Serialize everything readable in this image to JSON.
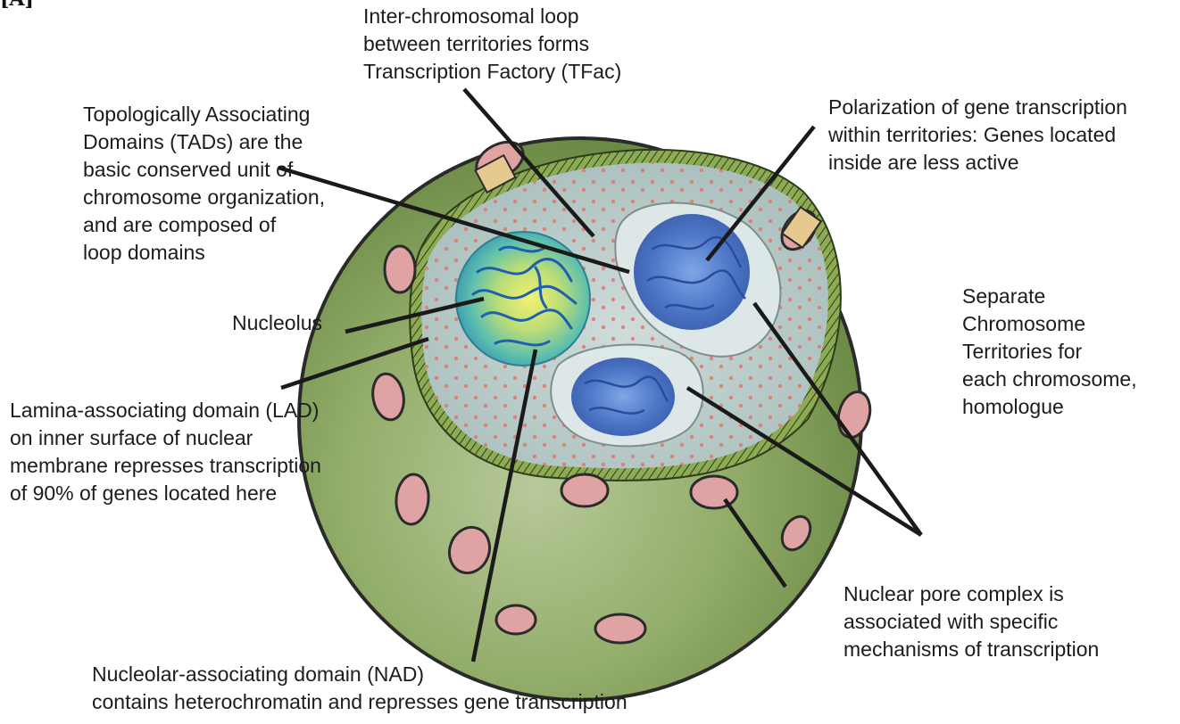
{
  "panel_label": "[A]",
  "labels": {
    "tfac": [
      "Inter-chromosomal loop",
      "between territories forms",
      "Transcription Factory (TFac)"
    ],
    "polarization": [
      "Polarization of gene transcription",
      "within territories: Genes located",
      "inside are less active"
    ],
    "tads": [
      "Topologically Associating",
      "Domains (TADs) are the",
      "basic conserved unit of",
      "chromosome organization,",
      "and are composed of",
      "loop domains"
    ],
    "nucleolus": [
      "Nucleolus"
    ],
    "territories": [
      "Separate",
      "Chromosome",
      "Territories for",
      "each chromosome,",
      "homologue"
    ],
    "lad": [
      "Lamina-associating domain (LAD)",
      "on inner surface of nuclear",
      "membrane represses transcription",
      "of 90% of genes located here"
    ],
    "npc": [
      "Nuclear pore complex is",
      "associated with specific",
      "mechanisms of transcription"
    ],
    "nad": [
      "Nucleolar-associating domain (NAD)",
      "contains heterochromatin and represses gene transcription"
    ]
  },
  "colors": {
    "nucleus_shell": "#8aa55f",
    "nucleus_shell_dark": "#5f7d3c",
    "nucleoplasm": "#b9cccb",
    "lamina": "#8ca855",
    "pore": "#e0a3a3",
    "pore_rim": "#2b2b2b",
    "nucleolus_center": "#f2f06a",
    "nucleolus_edge": "#3aa8a8",
    "chromatin": "#4f79c9",
    "territory": "#d5e1e1"
  }
}
